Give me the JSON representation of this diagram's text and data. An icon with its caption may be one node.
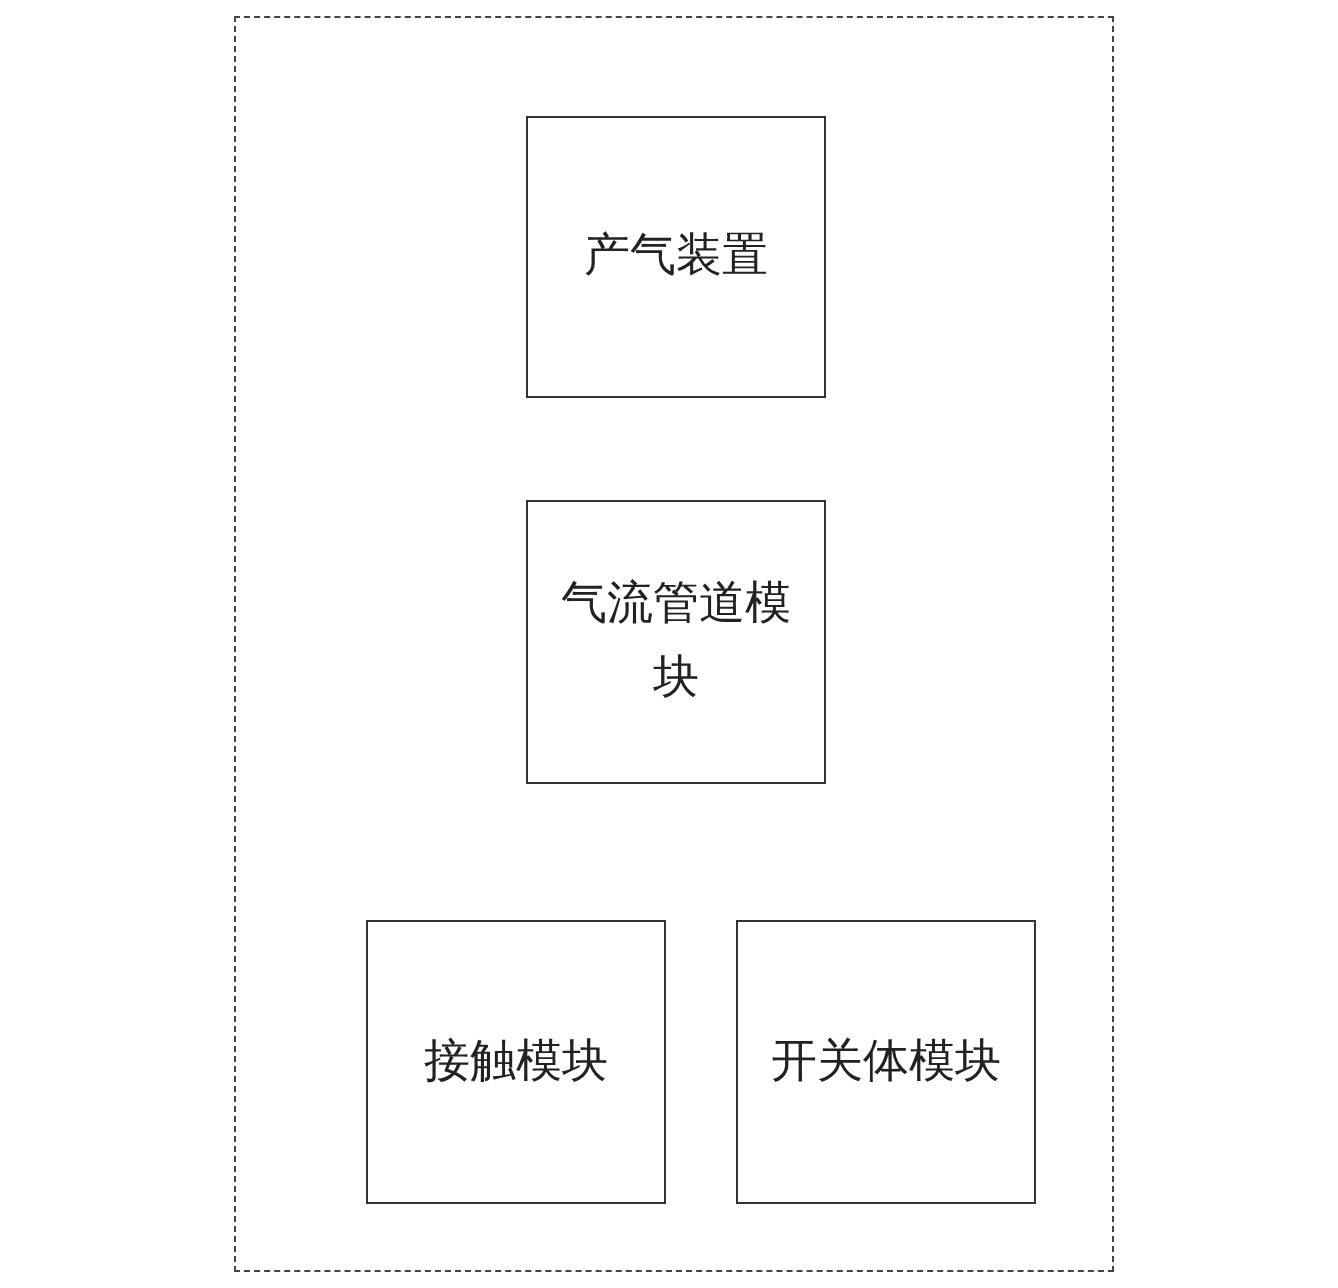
{
  "diagram": {
    "nodes": [
      {
        "text": [],
        "shape": "box"
      },
      {
        "text": [
          "产气装置"
        ],
        "in": 0
      },
      {
        "text": [
          "气流管道模块"
        ],
        "in": 0
      },
      {
        "text": [
          "接触模块"
        ],
        "in": 0
      },
      {
        "text": [
          "开关体模块"
        ],
        "in": 0
      }
    ]
  }
}
